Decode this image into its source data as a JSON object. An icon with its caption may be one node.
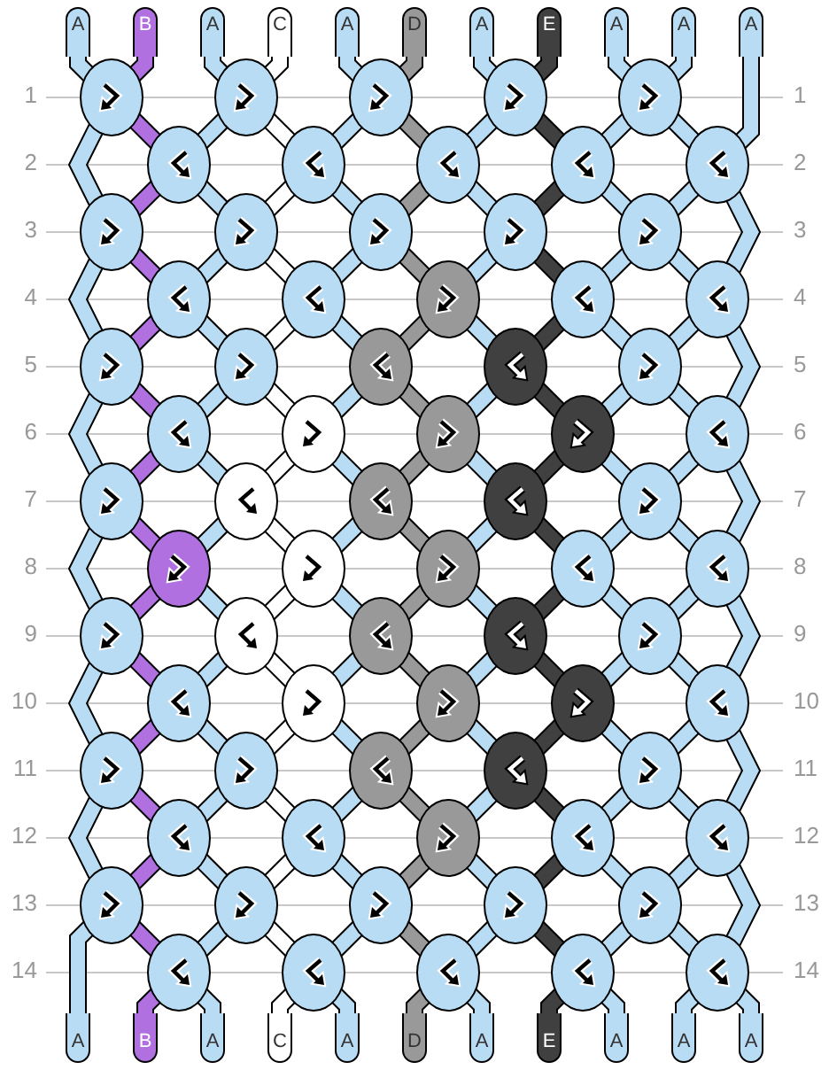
{
  "diagram": {
    "nodes": [
      {
        "text": [
          "A"
        ]
      },
      {
        "text": [
          "B"
        ]
      },
      {
        "text": [
          "A"
        ]
      },
      {
        "text": [
          "C"
        ]
      },
      {
        "text": [
          "A"
        ]
      },
      {
        "text": [
          "D"
        ]
      },
      {
        "text": [
          "A"
        ]
      },
      {
        "text": [
          "E"
        ]
      },
      {
        "text": [
          "A"
        ]
      },
      {
        "text": [
          "A"
        ]
      },
      {
        "text": [
          "A"
        ]
      },
      {
        "text": [],
        "shape": "oval"
      },
      {
        "text": [],
        "shape": "oval"
      },
      {
        "text": [],
        "shape": "oval"
      },
      {
        "text": [],
        "shape": "oval"
      },
      {
        "text": [],
        "shape": "oval"
      },
      {
        "text": [],
        "shape": "oval"
      },
      {
        "text": [],
        "shape": "oval"
      },
      {
        "text": [],
        "shape": "oval"
      },
      {
        "text": [],
        "shape": "oval"
      },
      {
        "text": [],
        "shape": "oval"
      },
      {
        "text": [],
        "shape": "oval"
      },
      {
        "text": [],
        "shape": "oval"
      },
      {
        "text": [],
        "shape": "oval"
      },
      {
        "text": [],
        "shape": "oval"
      },
      {
        "text": [],
        "shape": "oval"
      },
      {
        "text": [],
        "shape": "oval"
      },
      {
        "text": [],
        "shape": "oval"
      },
      {
        "text": [],
        "shape": "oval"
      },
      {
        "text": [],
        "shape": "oval"
      },
      {
        "text": [],
        "shape": "oval"
      },
      {
        "text": [],
        "shape": "oval"
      },
      {
        "text": [],
        "shape": "oval"
      },
      {
        "text": [],
        "shape": "oval"
      },
      {
        "text": [],
        "shape": "oval"
      },
      {
        "text": [],
        "shape": "oval"
      },
      {
        "text": [],
        "shape": "oval"
      },
      {
        "text": [],
        "shape": "oval"
      },
      {
        "text": [],
        "shape": "oval"
      },
      {
        "text": [],
        "shape": "oval"
      },
      {
        "text": [],
        "shape": "oval"
      },
      {
        "text": [],
        "shape": "oval"
      },
      {
        "text": [],
        "shape": "oval"
      },
      {
        "text": [],
        "shape": "oval"
      },
      {
        "text": [],
        "shape": "oval"
      },
      {
        "text": [],
        "shape": "oval"
      },
      {
        "text": [],
        "shape": "oval"
      },
      {
        "text": [],
        "shape": "oval"
      },
      {
        "text": [],
        "shape": "oval"
      },
      {
        "text": [],
        "shape": "oval"
      },
      {
        "text": [],
        "shape": "oval"
      },
      {
        "text": [],
        "shape": "oval"
      },
      {
        "text": [],
        "shape": "oval"
      },
      {
        "text": [],
        "shape": "oval"
      },
      {
        "text": [],
        "shape": "oval"
      },
      {
        "text": [],
        "shape": "oval"
      },
      {
        "text": [],
        "shape": "oval"
      },
      {
        "text": [],
        "shape": "oval"
      },
      {
        "text": [],
        "shape": "oval"
      },
      {
        "text": [],
        "shape": "oval"
      },
      {
        "text": [],
        "shape": "oval"
      },
      {
        "text": [],
        "shape": "oval"
      },
      {
        "text": [],
        "shape": "oval"
      },
      {
        "text": [],
        "shape": "oval"
      },
      {
        "text": [],
        "shape": "oval"
      },
      {
        "text": [],
        "shape": "oval"
      },
      {
        "text": [],
        "shape": "oval"
      },
      {
        "text": [],
        "shape": "oval"
      },
      {
        "text": [],
        "shape": "oval"
      },
      {
        "text": [],
        "shape": "oval"
      },
      {
        "text": [],
        "shape": "oval"
      },
      {
        "text": [],
        "shape": "oval"
      },
      {
        "text": [],
        "shape": "oval"
      },
      {
        "text": [],
        "shape": "oval"
      },
      {
        "text": [],
        "shape": "oval"
      },
      {
        "text": [],
        "shape": "oval"
      },
      {
        "text": [],
        "shape": "oval"
      },
      {
        "text": [],
        "shape": "oval"
      },
      {
        "text": [],
        "shape": "oval"
      },
      {
        "text": [],
        "shape": "oval"
      },
      {
        "text": [],
        "shape": "oval"
      },
      {
        "text": [
          "A"
        ]
      },
      {
        "text": [
          "B"
        ]
      },
      {
        "text": [
          "A"
        ]
      },
      {
        "text": [
          "C"
        ]
      },
      {
        "text": [
          "A"
        ]
      },
      {
        "text": [
          "D"
        ]
      },
      {
        "text": [
          "A"
        ]
      },
      {
        "text": [
          "E"
        ]
      },
      {
        "text": [
          "A"
        ]
      },
      {
        "text": [
          "A"
        ]
      },
      {
        "text": [
          "A"
        ]
      }
    ],
    "edges": [
      {
        "from": 0,
        "to": 11,
        "arrow": "none"
      },
      {
        "from": 11,
        "to": 21,
        "arrow": "none"
      },
      {
        "from": 21,
        "to": 31,
        "arrow": "none"
      },
      {
        "from": 31,
        "to": 41,
        "arrow": "none"
      },
      {
        "from": 41,
        "to": 51,
        "arrow": "none"
      },
      {
        "from": 51,
        "to": 61,
        "arrow": "none"
      },
      {
        "from": 61,
        "to": 71,
        "arrow": "none"
      },
      {
        "from": 71,
        "to": 81,
        "arrow": "none"
      },
      {
        "from": 1,
        "to": 11,
        "arrow": "none",
        "color": "#b070e0"
      },
      {
        "from": 11,
        "to": 16,
        "arrow": "none",
        "color": "#b070e0"
      },
      {
        "from": 16,
        "to": 21,
        "arrow": "none",
        "color": "#b070e0"
      },
      {
        "from": 21,
        "to": 26,
        "arrow": "none",
        "color": "#b070e0"
      },
      {
        "from": 26,
        "to": 31,
        "arrow": "none",
        "color": "#b070e0"
      },
      {
        "from": 31,
        "to": 36,
        "arrow": "none",
        "color": "#b070e0"
      },
      {
        "from": 36,
        "to": 41,
        "arrow": "none",
        "color": "#b070e0"
      },
      {
        "from": 41,
        "to": 46,
        "arrow": "none",
        "color": "#b070e0"
      },
      {
        "from": 46,
        "to": 51,
        "arrow": "none",
        "color": "#b070e0"
      },
      {
        "from": 51,
        "to": 56,
        "arrow": "none",
        "color": "#b070e0"
      },
      {
        "from": 56,
        "to": 61,
        "arrow": "none",
        "color": "#b070e0"
      },
      {
        "from": 61,
        "to": 66,
        "arrow": "none",
        "color": "#b070e0"
      },
      {
        "from": 66,
        "to": 71,
        "arrow": "none",
        "color": "#b070e0"
      },
      {
        "from": 71,
        "to": 76,
        "arrow": "none",
        "color": "#b070e0"
      },
      {
        "from": 76,
        "to": 82,
        "arrow": "none",
        "color": "#b070e0"
      },
      {
        "from": 2,
        "to": 12,
        "arrow": "none"
      },
      {
        "from": 12,
        "to": 16,
        "arrow": "none"
      },
      {
        "from": 16,
        "to": 22,
        "arrow": "none"
      },
      {
        "from": 22,
        "to": 26,
        "arrow": "none"
      },
      {
        "from": 26,
        "to": 32,
        "arrow": "none"
      },
      {
        "from": 32,
        "to": 36,
        "arrow": "none"
      },
      {
        "from": 36,
        "to": 42,
        "arrow": "none"
      },
      {
        "from": 42,
        "to": 46,
        "arrow": "none"
      },
      {
        "from": 46,
        "to": 52,
        "arrow": "none"
      },
      {
        "from": 52,
        "to": 56,
        "arrow": "none"
      },
      {
        "from": 56,
        "to": 62,
        "arrow": "none"
      },
      {
        "from": 62,
        "to": 66,
        "arrow": "none"
      },
      {
        "from": 66,
        "to": 72,
        "arrow": "none"
      },
      {
        "from": 72,
        "to": 76,
        "arrow": "none"
      },
      {
        "from": 76,
        "to": 83,
        "arrow": "none"
      },
      {
        "from": 3,
        "to": 12,
        "arrow": "none",
        "color": "#ffffff"
      },
      {
        "from": 12,
        "to": 17,
        "arrow": "none",
        "color": "#ffffff"
      },
      {
        "from": 17,
        "to": 22,
        "arrow": "none",
        "color": "#ffffff"
      },
      {
        "from": 22,
        "to": 27,
        "arrow": "none",
        "color": "#ffffff"
      },
      {
        "from": 27,
        "to": 32,
        "arrow": "none",
        "color": "#ffffff"
      },
      {
        "from": 32,
        "to": 37,
        "arrow": "none",
        "color": "#ffffff"
      },
      {
        "from": 37,
        "to": 42,
        "arrow": "none",
        "color": "#ffffff"
      },
      {
        "from": 42,
        "to": 47,
        "arrow": "none",
        "color": "#ffffff"
      },
      {
        "from": 47,
        "to": 52,
        "arrow": "none",
        "color": "#ffffff"
      },
      {
        "from": 52,
        "to": 57,
        "arrow": "none",
        "color": "#ffffff"
      },
      {
        "from": 57,
        "to": 62,
        "arrow": "none",
        "color": "#ffffff"
      },
      {
        "from": 62,
        "to": 67,
        "arrow": "none",
        "color": "#ffffff"
      },
      {
        "from": 67,
        "to": 72,
        "arrow": "none",
        "color": "#ffffff"
      },
      {
        "from": 72,
        "to": 77,
        "arrow": "none",
        "color": "#ffffff"
      },
      {
        "from": 77,
        "to": 84,
        "arrow": "none",
        "color": "#ffffff"
      },
      {
        "from": 4,
        "to": 13,
        "arrow": "none"
      },
      {
        "from": 13,
        "to": 17,
        "arrow": "none"
      },
      {
        "from": 17,
        "to": 23,
        "arrow": "none"
      },
      {
        "from": 23,
        "to": 27,
        "arrow": "none"
      },
      {
        "from": 27,
        "to": 33,
        "arrow": "none"
      },
      {
        "from": 33,
        "to": 37,
        "arrow": "none"
      },
      {
        "from": 37,
        "to": 43,
        "arrow": "none"
      },
      {
        "from": 43,
        "to": 47,
        "arrow": "none"
      },
      {
        "from": 47,
        "to": 53,
        "arrow": "none"
      },
      {
        "from": 53,
        "to": 57,
        "arrow": "none"
      },
      {
        "from": 57,
        "to": 63,
        "arrow": "none"
      },
      {
        "from": 63,
        "to": 67,
        "arrow": "none"
      },
      {
        "from": 67,
        "to": 73,
        "arrow": "none"
      },
      {
        "from": 73,
        "to": 77,
        "arrow": "none"
      },
      {
        "from": 77,
        "to": 85,
        "arrow": "none"
      },
      {
        "from": 5,
        "to": 13,
        "arrow": "none",
        "color": "#999999"
      },
      {
        "from": 13,
        "to": 18,
        "arrow": "none",
        "color": "#999999"
      },
      {
        "from": 18,
        "to": 23,
        "arrow": "none",
        "color": "#999999"
      },
      {
        "from": 23,
        "to": 28,
        "arrow": "none",
        "color": "#999999"
      },
      {
        "from": 28,
        "to": 33,
        "arrow": "none",
        "color": "#999999"
      },
      {
        "from": 33,
        "to": 38,
        "arrow": "none",
        "color": "#999999"
      },
      {
        "from": 38,
        "to": 43,
        "arrow": "none",
        "color": "#999999"
      },
      {
        "from": 43,
        "to": 48,
        "arrow": "none",
        "color": "#999999"
      },
      {
        "from": 48,
        "to": 53,
        "arrow": "none",
        "color": "#999999"
      },
      {
        "from": 53,
        "to": 58,
        "arrow": "none",
        "color": "#999999"
      },
      {
        "from": 58,
        "to": 63,
        "arrow": "none",
        "color": "#999999"
      },
      {
        "from": 63,
        "to": 68,
        "arrow": "none",
        "color": "#999999"
      },
      {
        "from": 68,
        "to": 73,
        "arrow": "none",
        "color": "#999999"
      },
      {
        "from": 73,
        "to": 78,
        "arrow": "none",
        "color": "#999999"
      },
      {
        "from": 78,
        "to": 86,
        "arrow": "none",
        "color": "#999999"
      },
      {
        "from": 6,
        "to": 14,
        "arrow": "none"
      },
      {
        "from": 14,
        "to": 18,
        "arrow": "none"
      },
      {
        "from": 18,
        "to": 24,
        "arrow": "none"
      },
      {
        "from": 24,
        "to": 28,
        "arrow": "none"
      },
      {
        "from": 28,
        "to": 34,
        "arrow": "none"
      },
      {
        "from": 34,
        "to": 38,
        "arrow": "none"
      },
      {
        "from": 38,
        "to": 44,
        "arrow": "none"
      },
      {
        "from": 44,
        "to": 48,
        "arrow": "none"
      },
      {
        "from": 48,
        "to": 54,
        "arrow": "none"
      },
      {
        "from": 54,
        "to": 58,
        "arrow": "none"
      },
      {
        "from": 58,
        "to": 64,
        "arrow": "none"
      },
      {
        "from": 64,
        "to": 68,
        "arrow": "none"
      },
      {
        "from": 68,
        "to": 74,
        "arrow": "none"
      },
      {
        "from": 74,
        "to": 78,
        "arrow": "none"
      },
      {
        "from": 78,
        "to": 87,
        "arrow": "none"
      },
      {
        "from": 7,
        "to": 14,
        "arrow": "none",
        "color": "#404040"
      },
      {
        "from": 14,
        "to": 19,
        "arrow": "none",
        "color": "#404040"
      },
      {
        "from": 19,
        "to": 24,
        "arrow": "none",
        "color": "#404040"
      },
      {
        "from": 24,
        "to": 29,
        "arrow": "none",
        "color": "#404040"
      },
      {
        "from": 29,
        "to": 34,
        "arrow": "none",
        "color": "#404040"
      },
      {
        "from": 34,
        "to": 39,
        "arrow": "none",
        "color": "#404040"
      },
      {
        "from": 39,
        "to": 44,
        "arrow": "none",
        "color": "#404040"
      },
      {
        "from": 44,
        "to": 49,
        "arrow": "none",
        "color": "#404040"
      },
      {
        "from": 49,
        "to": 54,
        "arrow": "none",
        "color": "#404040"
      },
      {
        "from": 54,
        "to": 59,
        "arrow": "none",
        "color": "#404040"
      },
      {
        "from": 59,
        "to": 64,
        "arrow": "none",
        "color": "#404040"
      },
      {
        "from": 64,
        "to": 69,
        "arrow": "none",
        "color": "#404040"
      },
      {
        "from": 69,
        "to": 74,
        "arrow": "none",
        "color": "#404040"
      },
      {
        "from": 74,
        "to": 79,
        "arrow": "none",
        "color": "#404040"
      },
      {
        "from": 79,
        "to": 88,
        "arrow": "none",
        "color": "#404040"
      },
      {
        "from": 8,
        "to": 15,
        "arrow": "none"
      },
      {
        "from": 15,
        "to": 19,
        "arrow": "none"
      },
      {
        "from": 19,
        "to": 25,
        "arrow": "none"
      },
      {
        "from": 25,
        "to": 29,
        "arrow": "none"
      },
      {
        "from": 29,
        "to": 35,
        "arrow": "none"
      },
      {
        "from": 35,
        "to": 39,
        "arrow": "none"
      },
      {
        "from": 39,
        "to": 45,
        "arrow": "none"
      },
      {
        "from": 45,
        "to": 49,
        "arrow": "none"
      },
      {
        "from": 49,
        "to": 55,
        "arrow": "none"
      },
      {
        "from": 55,
        "to": 59,
        "arrow": "none"
      },
      {
        "from": 59,
        "to": 65,
        "arrow": "none"
      },
      {
        "from": 65,
        "to": 69,
        "arrow": "none"
      },
      {
        "from": 69,
        "to": 75,
        "arrow": "none"
      },
      {
        "from": 75,
        "to": 79,
        "arrow": "none"
      },
      {
        "from": 79,
        "to": 89,
        "arrow": "none"
      },
      {
        "from": 9,
        "to": 15,
        "arrow": "none"
      },
      {
        "from": 15,
        "to": 20,
        "arrow": "none"
      },
      {
        "from": 20,
        "to": 25,
        "arrow": "none"
      },
      {
        "from": 25,
        "to": 30,
        "arrow": "none"
      },
      {
        "from": 30,
        "to": 35,
        "arrow": "none"
      },
      {
        "from": 35,
        "to": 40,
        "arrow": "none"
      },
      {
        "from": 40,
        "to": 45,
        "arrow": "none"
      },
      {
        "from": 45,
        "to": 50,
        "arrow": "none"
      },
      {
        "from": 50,
        "to": 55,
        "arrow": "none"
      },
      {
        "from": 55,
        "to": 60,
        "arrow": "none"
      },
      {
        "from": 60,
        "to": 65,
        "arrow": "none"
      },
      {
        "from": 65,
        "to": 70,
        "arrow": "none"
      },
      {
        "from": 70,
        "to": 75,
        "arrow": "none"
      },
      {
        "from": 75,
        "to": 80,
        "arrow": "none"
      },
      {
        "from": 80,
        "to": 90,
        "arrow": "none"
      },
      {
        "from": 10,
        "to": 20,
        "arrow": "none"
      },
      {
        "from": 20,
        "to": 30,
        "arrow": "none"
      },
      {
        "from": 30,
        "to": 40,
        "arrow": "none"
      },
      {
        "from": 40,
        "to": 50,
        "arrow": "none"
      },
      {
        "from": 50,
        "to": 60,
        "arrow": "none"
      },
      {
        "from": 60,
        "to": 70,
        "arrow": "none"
      },
      {
        "from": 70,
        "to": 80,
        "arrow": "none"
      },
      {
        "from": 80,
        "to": 91,
        "arrow": "none"
      }
    ],
    "labels": [
      "1",
      "1",
      "2",
      "2",
      "3",
      "3",
      "4",
      "4",
      "5",
      "5",
      "6",
      "6",
      "7",
      "7",
      "8",
      "8",
      "9",
      "9",
      "10",
      "10",
      "11",
      "11",
      "12",
      "12",
      "13",
      "13",
      "14",
      "14"
    ]
  }
}
